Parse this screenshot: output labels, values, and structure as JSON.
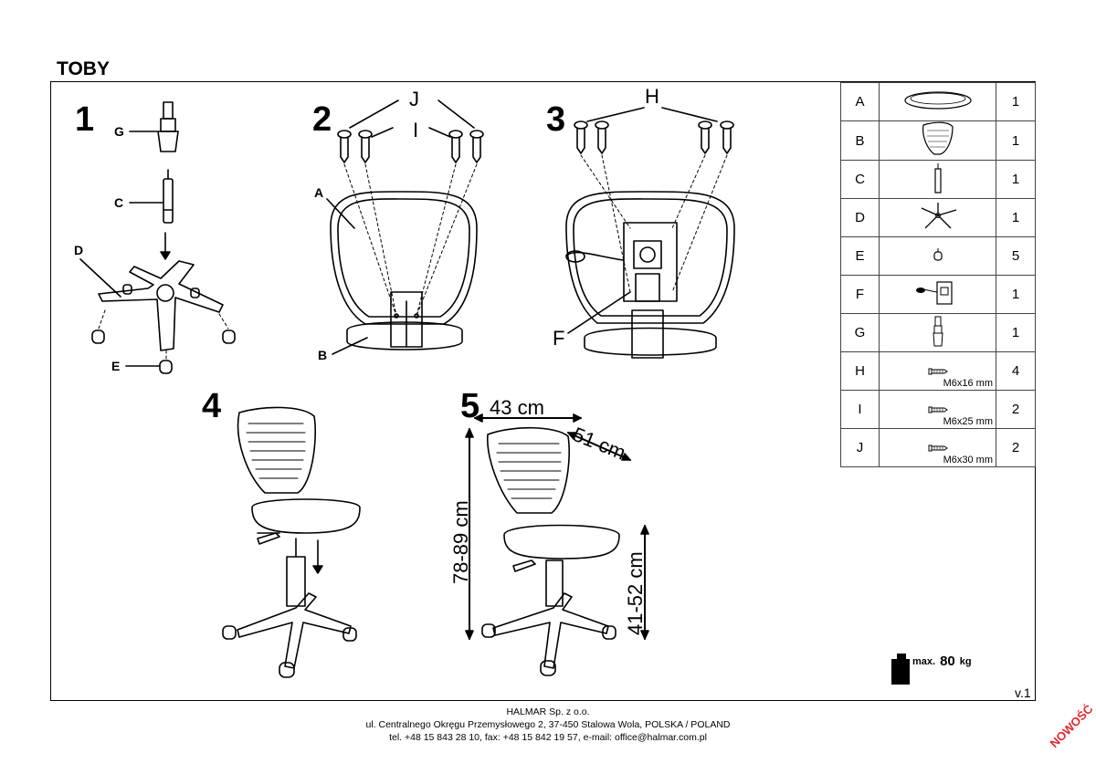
{
  "title": "TOBY",
  "steps": [
    "1",
    "2",
    "3",
    "4",
    "5"
  ],
  "step1_labels": {
    "g": "G",
    "c": "C",
    "d": "D",
    "e": "E"
  },
  "step2_labels": {
    "j": "J",
    "i": "I",
    "a": "A",
    "b": "B"
  },
  "step3_labels": {
    "h": "H",
    "f": "F"
  },
  "dimensions": {
    "width": "43 cm",
    "depth": "51 cm",
    "height": "78-89 cm",
    "seat_height": "41-52 cm"
  },
  "parts": [
    {
      "letter": "A",
      "icon": "seat-icon",
      "spec": "",
      "qty": "1"
    },
    {
      "letter": "B",
      "icon": "backrest-icon",
      "spec": "",
      "qty": "1"
    },
    {
      "letter": "C",
      "icon": "gas-lift-icon",
      "spec": "",
      "qty": "1"
    },
    {
      "letter": "D",
      "icon": "star-base-icon",
      "spec": "",
      "qty": "1"
    },
    {
      "letter": "E",
      "icon": "caster-icon",
      "spec": "",
      "qty": "5"
    },
    {
      "letter": "F",
      "icon": "mechanism-icon",
      "spec": "",
      "qty": "1"
    },
    {
      "letter": "G",
      "icon": "cylinder-cover-icon",
      "spec": "",
      "qty": "1"
    },
    {
      "letter": "H",
      "icon": "screw-icon",
      "spec": "M6x16 mm",
      "qty": "4"
    },
    {
      "letter": "I",
      "icon": "screw-icon",
      "spec": "M6x25 mm",
      "qty": "2"
    },
    {
      "letter": "J",
      "icon": "screw-icon",
      "spec": "M6x30 mm",
      "qty": "2"
    }
  ],
  "max_weight": {
    "prefix": "max.",
    "value": "80",
    "unit": "kg"
  },
  "version": "v.1",
  "footer": {
    "company": "HALMAR Sp. z o.o.",
    "address": "ul. Centralnego Okręgu Przemysłowego 2, 37-450 Stalowa Wola, POLSKA / POLAND",
    "contact": "tel. +48 15 843 28 10, fax: +48 15 842 19 57, e-mail: office@halmar.com.pl"
  },
  "badge": "NOWOŚĆ",
  "colors": {
    "line": "#000000",
    "badge": "#e0282d"
  }
}
